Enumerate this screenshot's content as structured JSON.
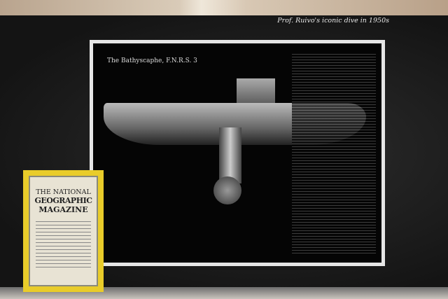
{
  "caption": "Prof. Ruivo's iconic dive in 1950s",
  "poster": {
    "title": "The Bathyscaphe, F.N.R.S. 3"
  },
  "magazine": {
    "line1": "THE NATIONAL",
    "line2": "GEOGRAPHIC",
    "line3": "MAGAZINE"
  }
}
